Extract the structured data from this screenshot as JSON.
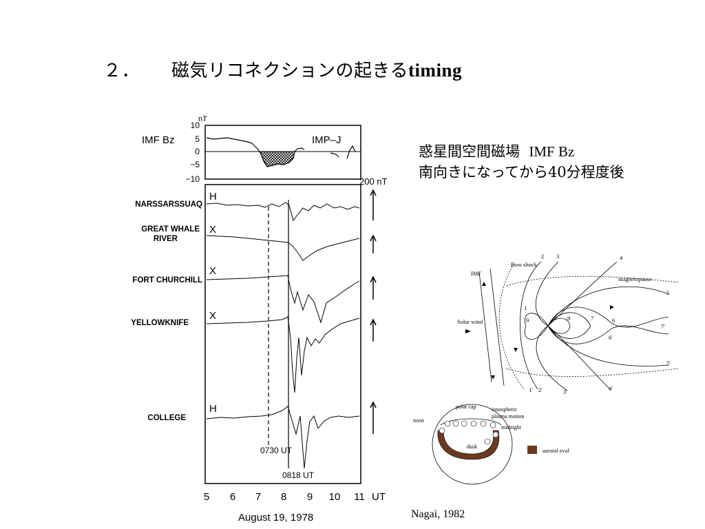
{
  "slide": {
    "title_num": "２．",
    "title_jp": "磁気リコネクションの起きる",
    "title_en": "timing",
    "note_line1_jp": "惑星間空間磁場",
    "note_line1_en": "IMF Bz",
    "note_line2": "南向きになってから40分程度後",
    "citation": "Nagai, 1982"
  },
  "magnetogram": {
    "imf_label": "IMF Bz",
    "spacecraft": "IMP–J",
    "imf_unit": "nT",
    "imf_ticks": [
      "10",
      "5",
      "0",
      "−5",
      "−10"
    ],
    "scale_label": "200 nT",
    "stations": [
      {
        "name": "NARSSARSSUAQ",
        "component": "H"
      },
      {
        "name": "GREAT WHALE",
        "name2": "RIVER",
        "component": "X"
      },
      {
        "name": "FORT CHURCHILL",
        "component": "X"
      },
      {
        "name": "YELLOWKNIFE",
        "component": "X"
      },
      {
        "name": "COLLEGE",
        "component": "H"
      }
    ],
    "marker_1": "0730 UT",
    "marker_2": "0818 UT",
    "x_ticks": [
      "5",
      "6",
      "7",
      "8",
      "9",
      "10",
      "11"
    ],
    "x_unit": "UT",
    "date_label": "August 19, 1978"
  },
  "magnetosphere": {
    "labels": {
      "imf": "IMF",
      "bow_shock": "Bow shock",
      "magnetopause": "magnetopause",
      "solar_wind": "Solar wind"
    },
    "line_numbers": [
      "1",
      "2",
      "3",
      "4",
      "5",
      "6",
      "7",
      "8",
      "9",
      "1'",
      "2'",
      "3'",
      "4'",
      "5'",
      "6'",
      "7'"
    ],
    "ionosphere": {
      "polar_cap": "polar cap",
      "ionospheric": "ionospheric",
      "plasma_motion": "plasma motion",
      "noon": "noon",
      "midnight": "midnight",
      "dusk": "dusk",
      "legend": "auroral oval",
      "oval_color": "#6b3a1e"
    }
  }
}
